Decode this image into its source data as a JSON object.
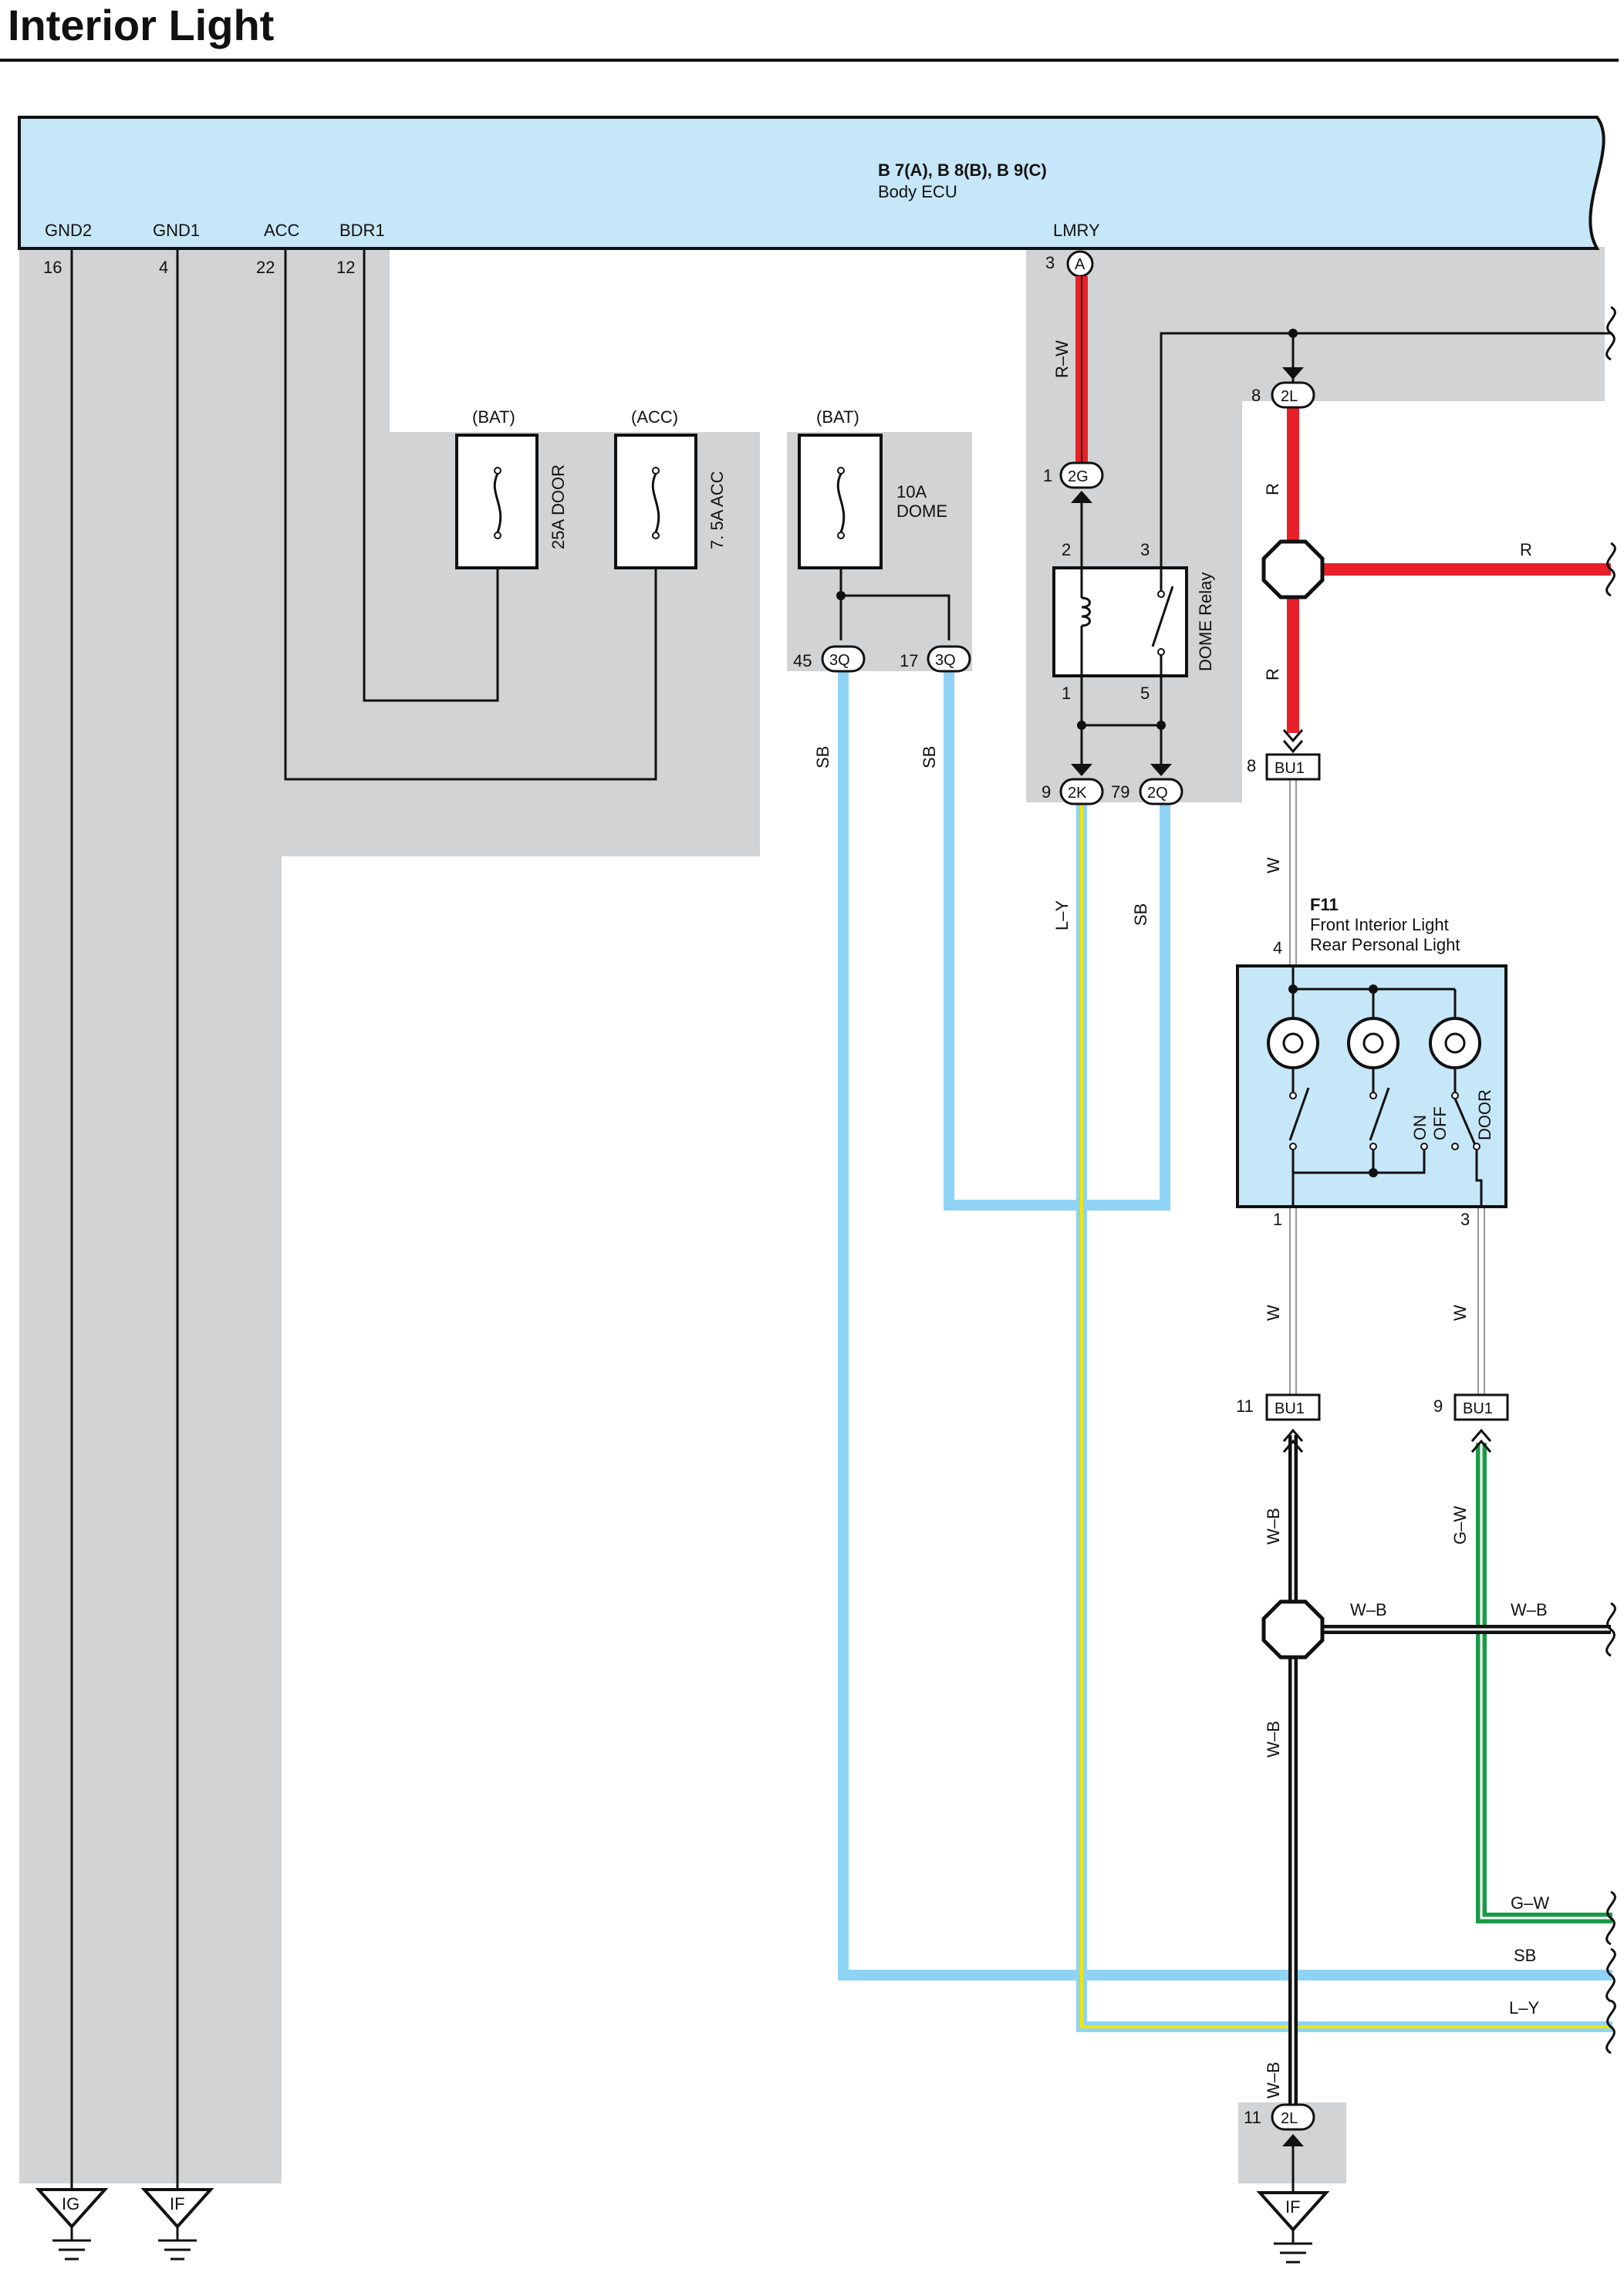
{
  "title": "Interior Light",
  "ecu": {
    "codes": "B 7(A), B 8(B), B 9(C)",
    "name": "Body ECU",
    "terminals": {
      "gnd2": "GND2",
      "gnd1": "GND1",
      "acc": "ACC",
      "bdr1": "BDR1",
      "lmry": "LMRY"
    },
    "pins": {
      "gnd2": "16",
      "gnd1": "4",
      "acc": "22",
      "bdr1": "12",
      "lmry": "3",
      "lmry_conn": "A"
    }
  },
  "fuses": {
    "door": {
      "supply": "(BAT)",
      "label": "25A DOOR"
    },
    "acc": {
      "supply": "(ACC)",
      "label": "7. 5A ACC"
    },
    "dome": {
      "supply": "(BAT)",
      "label_1": "10A",
      "label_2": "DOME"
    }
  },
  "connectors": {
    "c3q_a": {
      "pin": "45",
      "id": "3Q"
    },
    "c3q_b": {
      "pin": "17",
      "id": "3Q"
    },
    "c2g": {
      "pin": "1",
      "id": "2G"
    },
    "c2k": {
      "pin": "9",
      "id": "2K"
    },
    "c2q": {
      "pin": "79",
      "id": "2Q"
    },
    "c2l_top": {
      "pin": "8",
      "id": "2L"
    },
    "bu1_top": {
      "pin": "8",
      "id": "BU1"
    },
    "bu1_left": {
      "pin": "11",
      "id": "BU1"
    },
    "bu1_right": {
      "pin": "9",
      "id": "BU1"
    },
    "c2l_bottom": {
      "pin": "11",
      "id": "2L"
    }
  },
  "relay": {
    "name": "DOME Relay",
    "pins": {
      "p2": "2",
      "p3": "3",
      "p1": "1",
      "p5": "5"
    }
  },
  "light": {
    "code": "F11",
    "name_1": "Front Interior Light",
    "name_2": "Rear Personal Light",
    "pins": {
      "top": "4",
      "out1": "1",
      "out3": "3"
    },
    "switch_labels": {
      "on": "ON",
      "off": "OFF",
      "door": "DOOR"
    }
  },
  "wires": {
    "r_w": "R–W",
    "r_1": "R",
    "r_2": "R",
    "r_right": "R",
    "sb_1": "SB",
    "sb_2": "SB",
    "sb_3": "SB",
    "sb_right": "SB",
    "l_y": "L–Y",
    "l_y_right": "L–Y",
    "w_1": "W",
    "w_2": "W",
    "w_3": "W",
    "w_b_1": "W–B",
    "w_b_2": "W–B",
    "w_b_3": "W–B",
    "w_b_right_1": "W–B",
    "w_b_right_2": "W–B",
    "g_w": "G–W",
    "g_w_right": "G–W"
  },
  "grounds": {
    "ig": "IG",
    "if_left": "IF",
    "if_right": "IF"
  },
  "colors": {
    "red_wire": "#e8202a",
    "sky_blue_wire": "#8fd3f4",
    "green_wire": "#1b9a47",
    "yellow_stripe": "#f2e600",
    "ecu_fill": "#c6e7f8",
    "shade": "#d1d3d4"
  },
  "icons": [
    "fuse-icon",
    "relay-coil-icon",
    "relay-switch-icon",
    "bulb-icon",
    "splice-icon",
    "ground-icon",
    "wire-break-icon",
    "connector-arrow-icon"
  ]
}
